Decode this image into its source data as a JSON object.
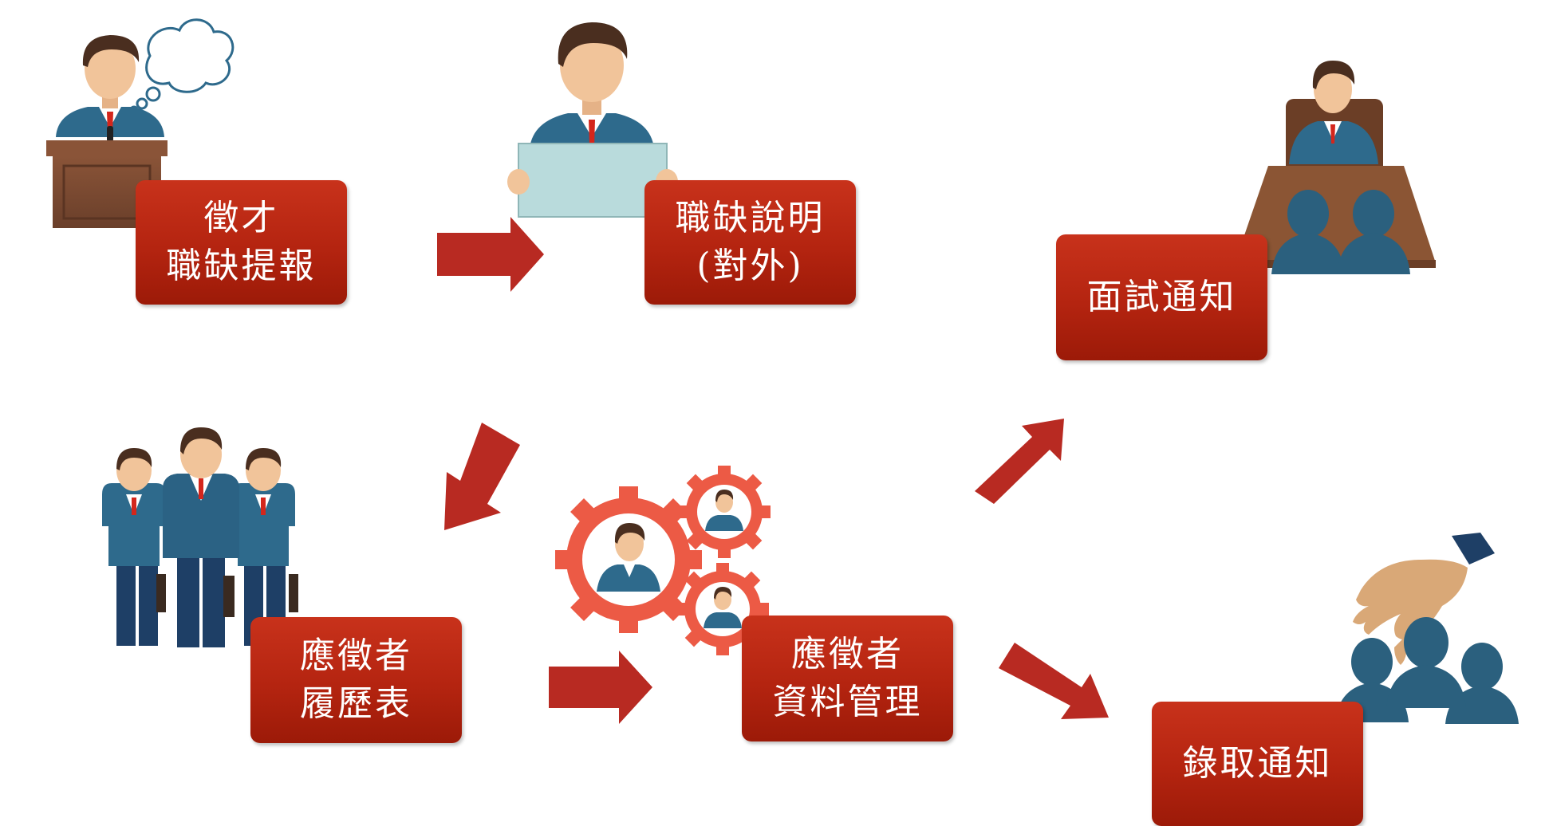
{
  "steps": [
    {
      "id": "recruit-report",
      "lines": [
        "徵才",
        "職缺提報"
      ]
    },
    {
      "id": "job-description",
      "lines": [
        "職缺說明",
        "(對外)"
      ]
    },
    {
      "id": "interview-notice",
      "lines": [
        "面試通知"
      ]
    },
    {
      "id": "applicant-resume",
      "lines": [
        "應徵者",
        "履歷表"
      ]
    },
    {
      "id": "applicant-data-management",
      "lines": [
        "應徵者",
        "資料管理"
      ]
    },
    {
      "id": "admission-notice",
      "lines": [
        "錄取通知"
      ]
    }
  ],
  "colors": {
    "box": "#b42410",
    "arrow": "#b82a22",
    "suit": "#2e6a8c",
    "skin": "#f1c49a",
    "hair": "#4a2e1f",
    "tie": "#d4261c",
    "podium": "#7a4a33",
    "sign": "#b9dbdc",
    "gear": "#ec5a45",
    "silhouette": "#2b607e",
    "desk": "#8b5534"
  },
  "icons": [
    "speaker-at-podium-icon",
    "person-holding-sign-icon",
    "interviewer-at-desk-icon",
    "applicant-group-icon",
    "gears-with-people-icon",
    "hand-selecting-person-icon"
  ]
}
